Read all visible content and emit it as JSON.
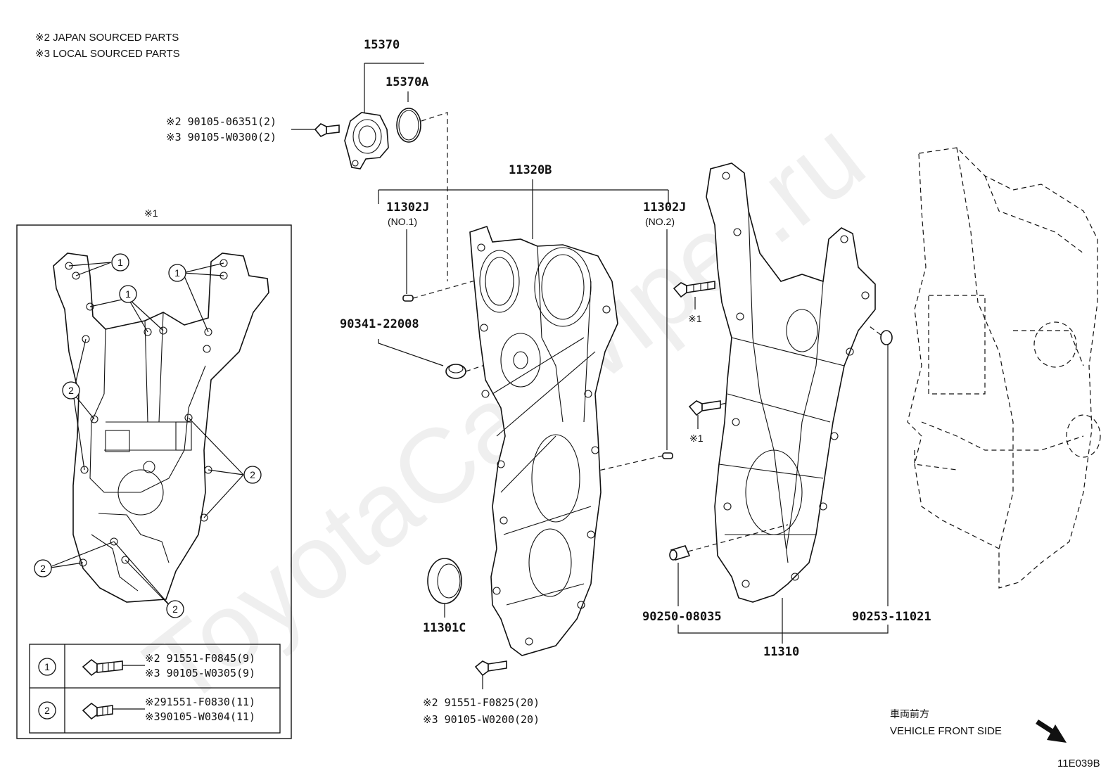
{
  "notes": {
    "japan": "※2 JAPAN SOURCED PARTS",
    "local": "※3 LOCAL SOURCED PARTS"
  },
  "watermark": "ToyotaCarWiper.ru",
  "labels": {
    "p15370": "15370",
    "p15370a": "15370A",
    "bolt_jp": "※2 90105-06351(2)",
    "bolt_local": "※3 90105-W0300(2)",
    "p11320b": "11320B",
    "p11302j_1": "11302J",
    "no1": "(NO.1)",
    "p11302j_2": "11302J",
    "no2": "(NO.2)",
    "p90341": "90341-22008",
    "p11301c": "11301C",
    "bolt_b_jp": "※2 91551-F0825(20)",
    "bolt_b_local": "※3 90105-W0200(20)",
    "mark1_a": "※1",
    "mark1_b": "※1",
    "p90250": "90250-08035",
    "p90253": "90253-11021",
    "p11310": "11310",
    "front_jp": "車両前方",
    "front_en": "VEHICLE FRONT SIDE",
    "code": "11E039B"
  },
  "inset": {
    "title": "※1",
    "callout1": "1",
    "callout2": "2",
    "legend": [
      {
        "num": "1",
        "line1": "※2 91551-F0845(9)",
        "line2": "※3 90105-W0305(9)"
      },
      {
        "num": "2",
        "line1": "※291551-F0830(11)",
        "line2": "※390105-W0304(11)"
      }
    ]
  }
}
